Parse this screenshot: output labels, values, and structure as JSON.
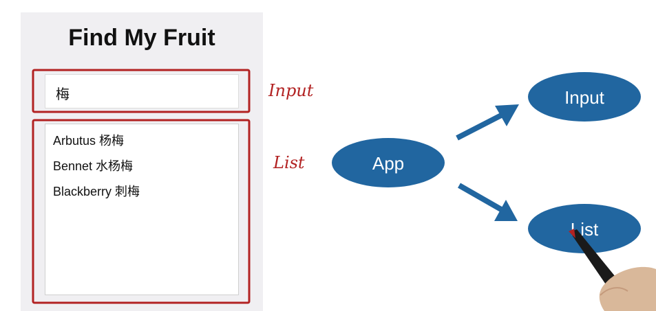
{
  "app": {
    "title": "Find My Fruit",
    "input_value": "梅",
    "list_items": [
      "Arbutus 杨梅",
      "Bennet 水杨梅",
      "Blackberry 刺梅"
    ]
  },
  "annotations": {
    "input_label": "Input",
    "list_label": "List",
    "color": "#b22222"
  },
  "diagram": {
    "nodes": {
      "app": "App",
      "input": "Input",
      "list": "List"
    },
    "node_color": "#2166a0",
    "arrow_color": "#2166a0"
  }
}
